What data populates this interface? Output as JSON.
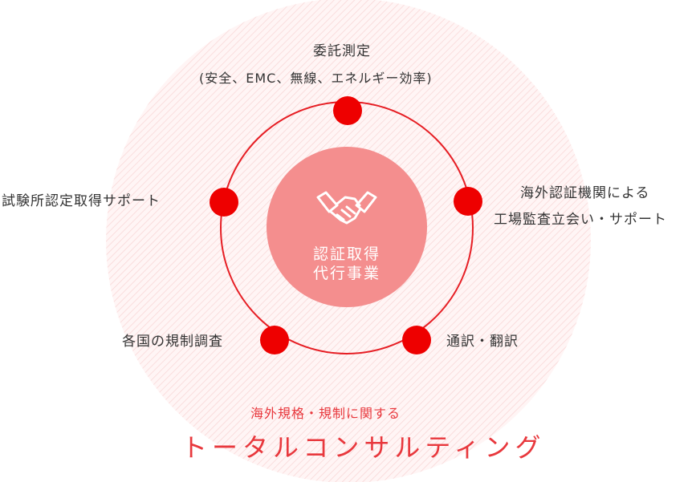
{
  "center": {
    "line1": "認証取得",
    "line2": "代行事業",
    "icon": "handshake-icon"
  },
  "nodes": {
    "top": {
      "line1": "委託測定",
      "line2": "(安全、EMC、無線、エネルギー効率)"
    },
    "right": {
      "line1": "海外認証機関による",
      "line2": "工場監査立会い・サポート"
    },
    "bottom_right": {
      "label": "通訳・翻訳"
    },
    "bottom_left": {
      "label": "各国の規制調査"
    },
    "left": {
      "label": "試験所認定取得サポート"
    }
  },
  "footer": {
    "subtitle": "海外規格・規制に関する",
    "title": "トータルコンサルティング"
  },
  "colors": {
    "accent": "#e8383d",
    "node_fill": "#ee0000",
    "ring": "#e61e24",
    "center_fill": "#f48e8e",
    "hatch": "#fbe3e3"
  }
}
